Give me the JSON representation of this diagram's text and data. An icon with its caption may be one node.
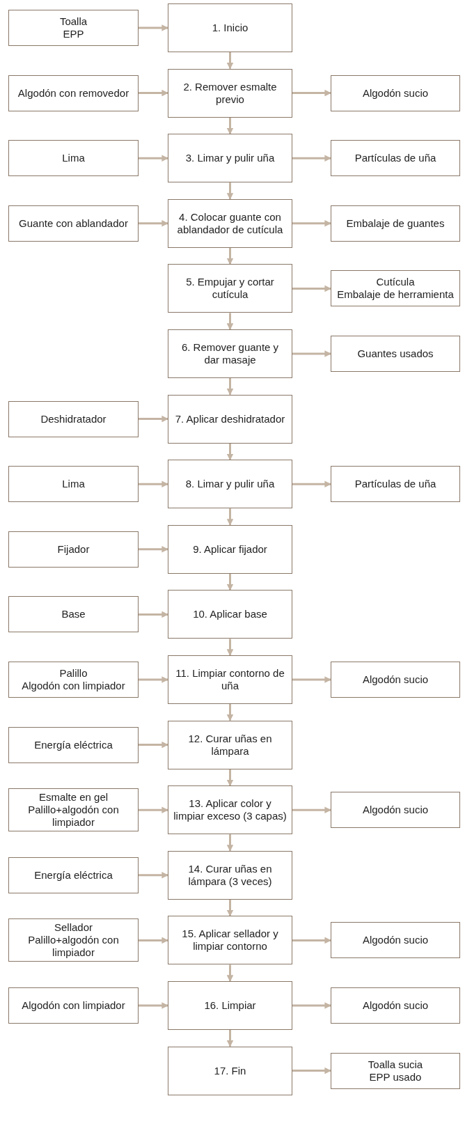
{
  "diagram": {
    "nodes": [
      {
        "text": [
          "Toalla",
          "EPP"
        ]
      },
      {
        "text": [
          "1. Inicio"
        ]
      },
      {
        "text": [
          "Algodón con removedor"
        ]
      },
      {
        "text": [
          "2. Remover esmalte previo"
        ]
      },
      {
        "text": [
          "Algodón sucio"
        ]
      },
      {
        "text": [
          "Lima"
        ]
      },
      {
        "text": [
          "3. Limar y pulir uña"
        ]
      },
      {
        "text": [
          "Partículas de uña"
        ]
      },
      {
        "text": [
          "Guante con ablandador"
        ]
      },
      {
        "text": [
          "4. Colocar guante con ablandador de cutícula"
        ]
      },
      {
        "text": [
          "Embalaje de guantes"
        ]
      },
      {
        "text": [
          "5. Empujar y cortar cutícula"
        ]
      },
      {
        "text": [
          "Cutícula",
          "Embalaje de herramienta"
        ]
      },
      {
        "text": [
          "6. Remover guante y dar masaje"
        ]
      },
      {
        "text": [
          "Guantes usados"
        ]
      },
      {
        "text": [
          "Deshidratador"
        ]
      },
      {
        "text": [
          "7. Aplicar deshidratador"
        ]
      },
      {
        "text": [
          "Lima"
        ]
      },
      {
        "text": [
          "8. Limar y pulir uña"
        ]
      },
      {
        "text": [
          "Partículas de uña"
        ]
      },
      {
        "text": [
          "Fijador"
        ]
      },
      {
        "text": [
          "9. Aplicar fijador"
        ]
      },
      {
        "text": [
          "Base"
        ]
      },
      {
        "text": [
          "10. Aplicar base"
        ]
      },
      {
        "text": [
          "Palillo",
          "Algodón con limpiador"
        ]
      },
      {
        "text": [
          "11. Limpiar contorno de uña"
        ]
      },
      {
        "text": [
          "Algodón sucio"
        ]
      },
      {
        "text": [
          "Energía eléctrica"
        ]
      },
      {
        "text": [
          "12. Curar uñas en lámpara"
        ]
      },
      {
        "text": [
          "Esmalte en gel",
          "Palillo+algodón con limpiador"
        ]
      },
      {
        "text": [
          "13. Aplicar color y limpiar exceso (3 capas)"
        ]
      },
      {
        "text": [
          "Algodón sucio"
        ]
      },
      {
        "text": [
          "Energía eléctrica"
        ]
      },
      {
        "text": [
          "14. Curar uñas en lámpara (3 veces)"
        ]
      },
      {
        "text": [
          "Sellador",
          "Palillo+algodón con limpiador"
        ]
      },
      {
        "text": [
          "15. Aplicar sellador y limpiar contorno"
        ]
      },
      {
        "text": [
          "Algodón sucio"
        ]
      },
      {
        "text": [
          "Algodón con limpiador"
        ]
      },
      {
        "text": [
          "16. Limpiar"
        ]
      },
      {
        "text": [
          "Algodón sucio"
        ]
      },
      {
        "text": [
          "17. Fin"
        ]
      },
      {
        "text": [
          "Toalla sucia",
          "EPP usado"
        ]
      }
    ],
    "edges": [
      {
        "from": 0,
        "to": 1,
        "arrow": "to"
      },
      {
        "from": 2,
        "to": 3,
        "arrow": "to"
      },
      {
        "from": 3,
        "to": 4,
        "arrow": "to"
      },
      {
        "from": 1,
        "to": 3,
        "arrow": "to"
      },
      {
        "from": 5,
        "to": 6,
        "arrow": "to"
      },
      {
        "from": 6,
        "to": 7,
        "arrow": "to"
      },
      {
        "from": 3,
        "to": 6,
        "arrow": "to"
      },
      {
        "from": 8,
        "to": 9,
        "arrow": "to"
      },
      {
        "from": 9,
        "to": 10,
        "arrow": "to"
      },
      {
        "from": 6,
        "to": 9,
        "arrow": "to"
      },
      {
        "from": 11,
        "to": 12,
        "arrow": "to"
      },
      {
        "from": 9,
        "to": 11,
        "arrow": "to"
      },
      {
        "from": 13,
        "to": 14,
        "arrow": "to"
      },
      {
        "from": 11,
        "to": 13,
        "arrow": "to"
      },
      {
        "from": 15,
        "to": 16,
        "arrow": "to"
      },
      {
        "from": 13,
        "to": 16,
        "arrow": "to"
      },
      {
        "from": 17,
        "to": 18,
        "arrow": "to"
      },
      {
        "from": 18,
        "to": 19,
        "arrow": "to"
      },
      {
        "from": 16,
        "to": 18,
        "arrow": "to"
      },
      {
        "from": 20,
        "to": 21,
        "arrow": "to"
      },
      {
        "from": 18,
        "to": 21,
        "arrow": "to"
      },
      {
        "from": 22,
        "to": 23,
        "arrow": "to"
      },
      {
        "from": 21,
        "to": 23,
        "arrow": "to"
      },
      {
        "from": 24,
        "to": 25,
        "arrow": "to"
      },
      {
        "from": 25,
        "to": 26,
        "arrow": "to"
      },
      {
        "from": 23,
        "to": 25,
        "arrow": "to"
      },
      {
        "from": 27,
        "to": 28,
        "arrow": "to"
      },
      {
        "from": 25,
        "to": 28,
        "arrow": "to"
      },
      {
        "from": 29,
        "to": 30,
        "arrow": "to"
      },
      {
        "from": 30,
        "to": 31,
        "arrow": "to"
      },
      {
        "from": 28,
        "to": 30,
        "arrow": "to"
      },
      {
        "from": 32,
        "to": 33,
        "arrow": "to"
      },
      {
        "from": 30,
        "to": 33,
        "arrow": "to"
      },
      {
        "from": 34,
        "to": 35,
        "arrow": "to"
      },
      {
        "from": 35,
        "to": 36,
        "arrow": "to"
      },
      {
        "from": 33,
        "to": 35,
        "arrow": "to"
      },
      {
        "from": 37,
        "to": 38,
        "arrow": "to"
      },
      {
        "from": 38,
        "to": 39,
        "arrow": "to"
      },
      {
        "from": 35,
        "to": 38,
        "arrow": "to"
      },
      {
        "from": 40,
        "to": 41,
        "arrow": "to"
      },
      {
        "from": 38,
        "to": 40,
        "arrow": "to"
      }
    ]
  }
}
